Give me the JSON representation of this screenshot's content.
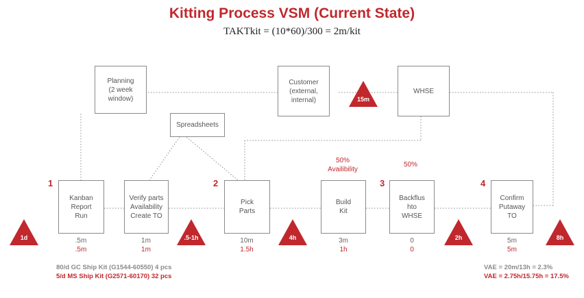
{
  "title": "Kitting Process VSM (Current State)",
  "subtitle": "TAKTkit = (10*60)/300 = 2m/kit",
  "boxes": {
    "planning": "Planning\n(2 week\nwindow)",
    "customer": "Customer\n(external,\ninternal)",
    "whse": "WHSE",
    "spreadsheets": "Spreadsheets",
    "kanban": "Kanban\nReport\nRun",
    "verify": "Verify parts\nAvailability\nCreate TO",
    "pick": "Pick\nParts",
    "build": "Build\nKit",
    "backflush": "Backflus\nhto\nWHSE",
    "confirm": "Confirm\nPutaway\nTO"
  },
  "step_numbers": [
    "1",
    "2",
    "3",
    "4"
  ],
  "inventory": {
    "t1": "1d",
    "t2": ".5-1h",
    "t3": "4h",
    "t4": "2h",
    "t5": "8h",
    "customer": "15m"
  },
  "metrics": {
    "kanban": {
      "top": ".5m",
      "bottom": ".5m"
    },
    "verify": {
      "top": "1m",
      "bottom": "1m"
    },
    "pick": {
      "top": "10m",
      "bottom": "1.5h"
    },
    "build": {
      "top": "3m",
      "bottom": "1h"
    },
    "backflush": {
      "top": "0",
      "bottom": "0"
    },
    "confirm": {
      "top": "5m",
      "bottom": "5m"
    }
  },
  "notes": {
    "build_availability": "50%\nAvailibility",
    "backflush_availability": "50%"
  },
  "footer": {
    "gc_kit": "80/d GC Ship Kit (G1544-60550) 4 pcs",
    "ms_kit": "5/d MS Ship Kit (G2571-60170) 32 pcs",
    "vae1": "VAE = 20m/13h = 2.3%",
    "vae2": "VAE = 2.75h/15.75h = 17.5%"
  },
  "colors": {
    "accent": "#c0282d",
    "line": "#8a8a8a",
    "text": "#555555"
  }
}
